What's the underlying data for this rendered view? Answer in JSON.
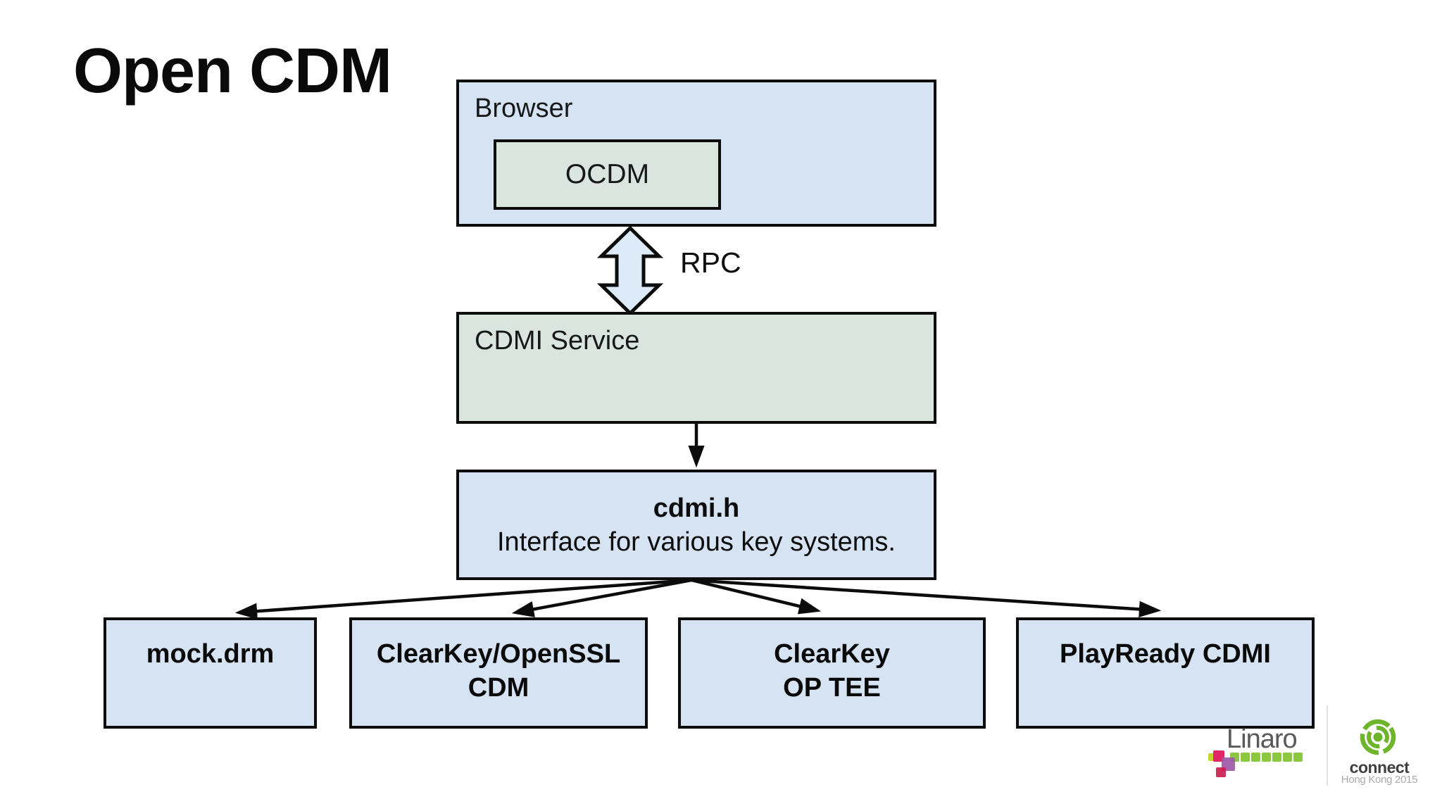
{
  "slide": {
    "title": "Open CDM"
  },
  "diagram": {
    "browser_box": {
      "label": "Browser"
    },
    "ocdm_box": {
      "label": "OCDM"
    },
    "rpc_label": "RPC",
    "cdmi_service_box": {
      "label": "CDMI Service"
    },
    "cdmi_h_box": {
      "title": "cdmi.h",
      "subtitle": "Interface for various key systems."
    },
    "modules": [
      {
        "lines": [
          "mock.drm"
        ]
      },
      {
        "lines": [
          "ClearKey/OpenSSL",
          "CDM"
        ]
      },
      {
        "lines": [
          "ClearKey",
          "OP TEE"
        ]
      },
      {
        "lines": [
          "PlayReady CDMI"
        ]
      }
    ]
  },
  "branding": {
    "linaro_wordmark": "Linaro",
    "connect_label": "connect",
    "connect_event": "Hong Kong 2015"
  },
  "colors": {
    "box_blue": "#d5e3f2",
    "box_green": "#dae5df",
    "rpc_arrow_fill": "#dcebf7",
    "stroke_black": "#0c0c0c",
    "linaro_gray": "#58595b",
    "linaro_green": "#8dc63f",
    "linaro_pink": "#e12766",
    "linaro_purple": "#9b59a8",
    "linaro_red": "#cb1f4e",
    "linaro_yellow": "#c3d72e",
    "connect_green": "#6fb52c",
    "connect_text": "#3f3f3f",
    "connect_event_text": "#a9a9a9",
    "divider": "#e2e2e2"
  }
}
